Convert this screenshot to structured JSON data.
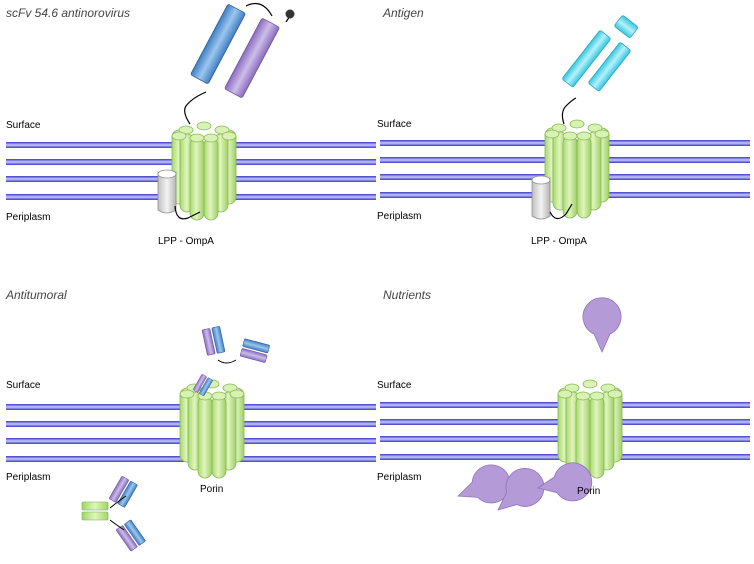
{
  "panels": [
    {
      "title": "scFv 54.6 antinorovirus",
      "surface": "Surface",
      "periplasm": "Periplasm",
      "protein": "LPP - OmpA"
    },
    {
      "title": "Antigen",
      "surface": "Surface",
      "periplasm": "Periplasm",
      "protein": "LPP - OmpA"
    },
    {
      "title": "Antitumoral",
      "surface": "Surface",
      "periplasm": "Periplasm",
      "protein": "Porin"
    },
    {
      "title": "Nutrients",
      "surface": "Surface",
      "periplasm": "Periplasm",
      "protein": "Porin"
    }
  ],
  "colors": {
    "membrane_stripe": "#6f6fe0",
    "barrel_green": "#c9ec9a",
    "heavy_chain_blue": "#5c9bd6",
    "light_chain_purple": "#a58cd0",
    "antigen_cyan": "#55d6ea",
    "nutrient_purple": "#b49ad6",
    "lpp_grey": "#d0d0d0"
  }
}
